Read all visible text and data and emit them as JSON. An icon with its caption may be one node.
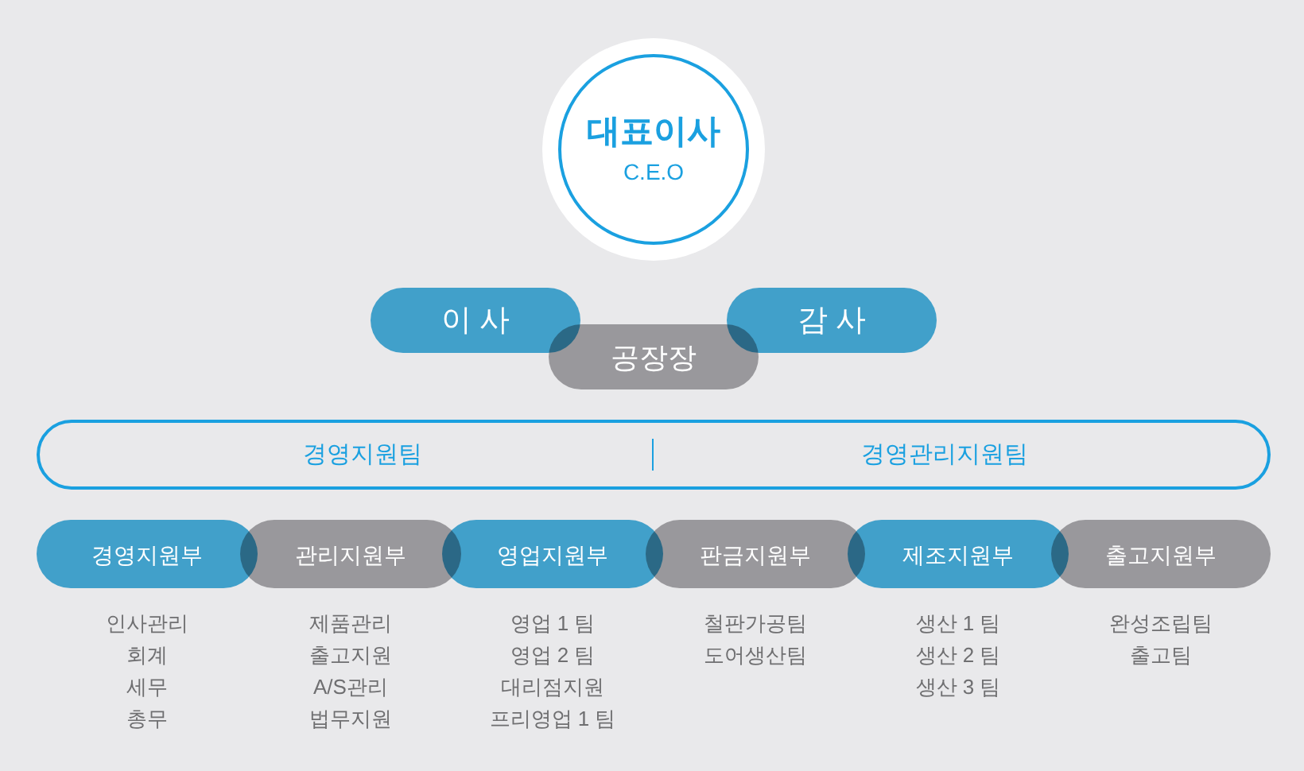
{
  "diagram": {
    "nodes": [
      {
        "text": [
          "대표이사",
          "C.E.O"
        ]
      },
      {
        "text": [
          "이 사"
        ]
      },
      {
        "text": [
          "공장장"
        ]
      },
      {
        "text": [
          "감 사"
        ]
      },
      {
        "text": [
          "경영지원팀",
          "경영관리지원팀"
        ]
      },
      {
        "text": [
          "경영지원부"
        ],
        "beside": [
          "인사관리",
          "회계",
          "세무",
          "총무"
        ]
      },
      {
        "text": [
          "관리지원부"
        ],
        "beside": [
          "제품관리",
          "출고지원",
          "A/S관리",
          "법무지원"
        ]
      },
      {
        "text": [
          "영업지원부"
        ],
        "beside": [
          "영업 1 팀",
          "영업 2 팀",
          "대리점지원",
          "프리영업 1 팀"
        ]
      },
      {
        "text": [
          "판금지원부"
        ],
        "beside": [
          "철판가공팀",
          "도어생산팀"
        ]
      },
      {
        "text": [
          "제조지원부"
        ],
        "beside": [
          "생산 1 팀",
          "생산 2 팀",
          "생산 3 팀"
        ]
      },
      {
        "text": [
          "출고지원부"
        ],
        "beside": [
          "완성조립팀",
          "출고팀"
        ]
      }
    ]
  }
}
